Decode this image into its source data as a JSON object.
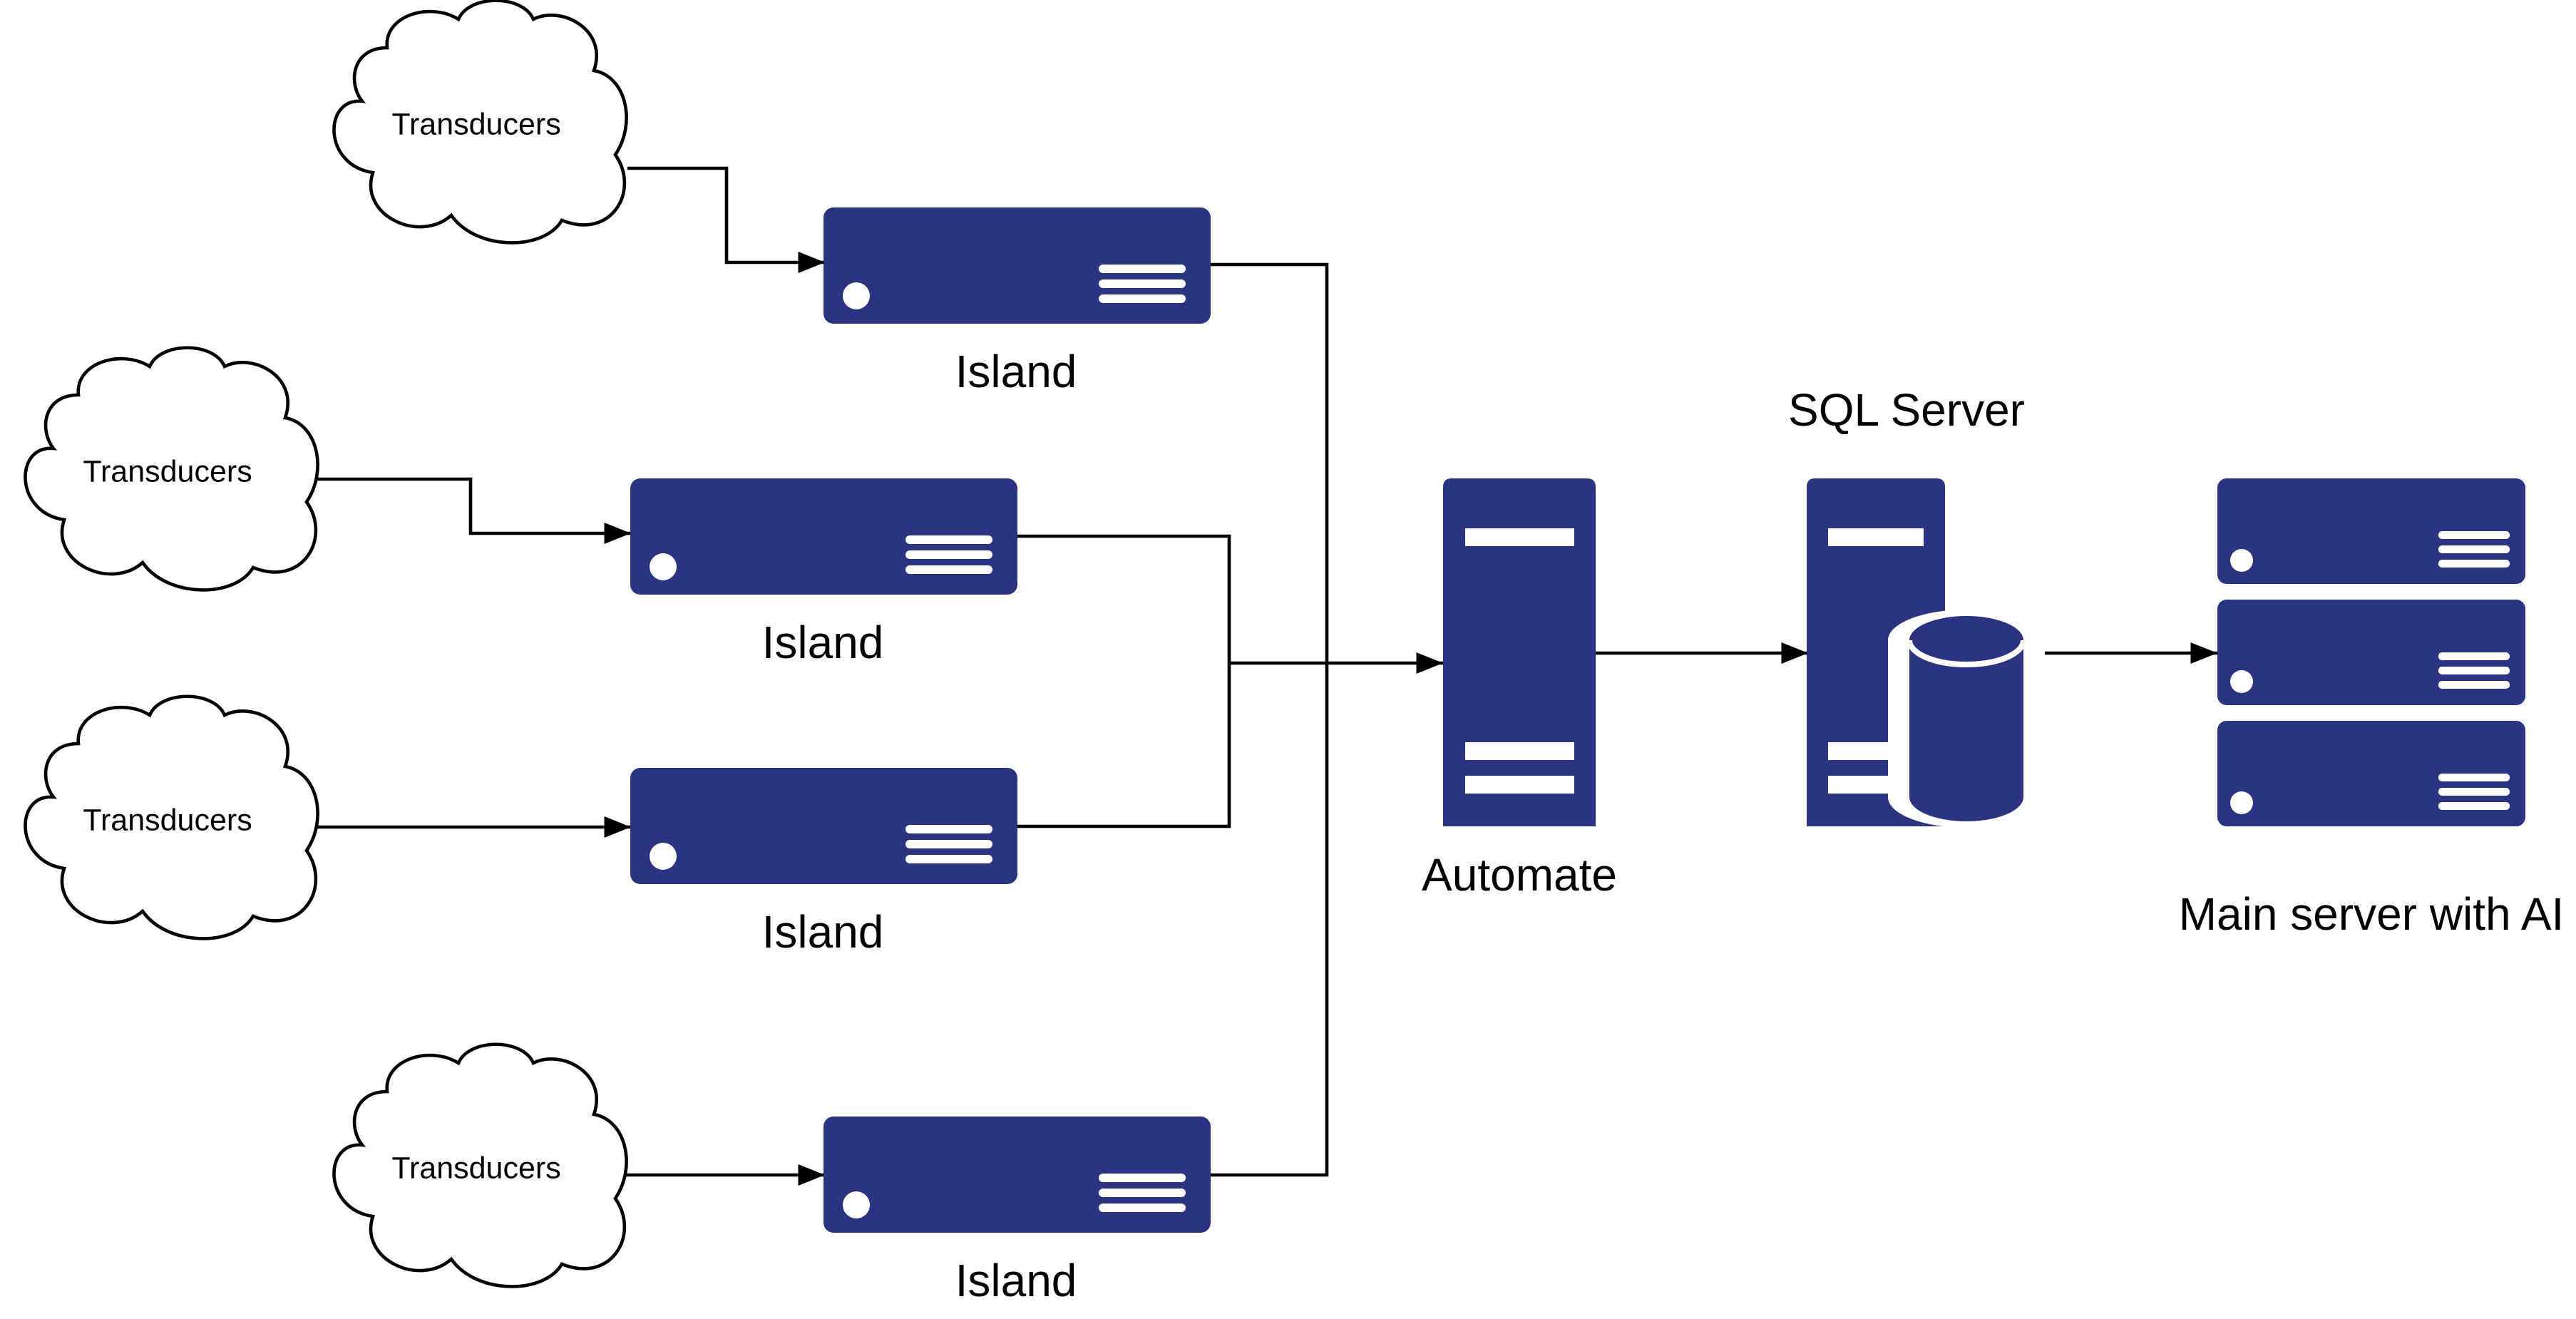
{
  "diagram": {
    "colors": {
      "server_fill": "#2b3480",
      "server_detail": "#ffffff",
      "line": "#000000",
      "background": "#ffffff"
    },
    "sources": [
      {
        "id": "t1",
        "label": "Transducers"
      },
      {
        "id": "t2",
        "label": "Transducers"
      },
      {
        "id": "t3",
        "label": "Transducers"
      },
      {
        "id": "t4",
        "label": "Transducers"
      }
    ],
    "islands": [
      {
        "id": "i1",
        "label": "Island"
      },
      {
        "id": "i2",
        "label": "Island"
      },
      {
        "id": "i3",
        "label": "Island"
      },
      {
        "id": "i4",
        "label": "Island"
      }
    ],
    "automate": {
      "id": "automate",
      "label": "Automate"
    },
    "sql": {
      "id": "sql",
      "label": "SQL Server"
    },
    "main": {
      "id": "main",
      "label": "Main server with AI"
    },
    "edges": [
      {
        "from": "t1",
        "to": "i1"
      },
      {
        "from": "t2",
        "to": "i2"
      },
      {
        "from": "t3",
        "to": "i3"
      },
      {
        "from": "t4",
        "to": "i4"
      },
      {
        "from": "i1",
        "to": "automate"
      },
      {
        "from": "i2",
        "to": "automate"
      },
      {
        "from": "i3",
        "to": "automate"
      },
      {
        "from": "i4",
        "to": "automate"
      },
      {
        "from": "automate",
        "to": "sql"
      },
      {
        "from": "sql",
        "to": "main"
      }
    ]
  }
}
